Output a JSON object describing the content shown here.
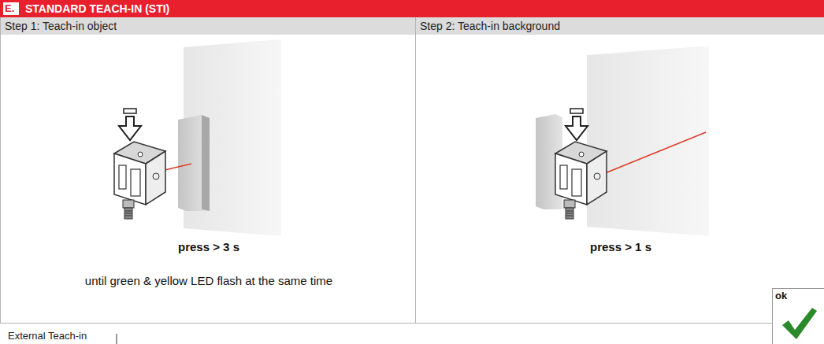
{
  "diagram": {
    "nodes": [
      {
        "text": [
          "STANDARD TEACH-IN (STI)"
        ]
      },
      {
        "text": [
          "E."
        ],
        "in": 0
      },
      {
        "text": [
          "Step 1: Teach-in object",
          "press > 3 s",
          "until green & yellow LED flash at the same time"
        ]
      },
      {
        "text": [
          "Step 2: Teach-in background",
          "press > 1 s"
        ]
      },
      {
        "text": [
          "ok"
        ]
      }
    ],
    "labels": [
      "External Teach-in"
    ]
  }
}
